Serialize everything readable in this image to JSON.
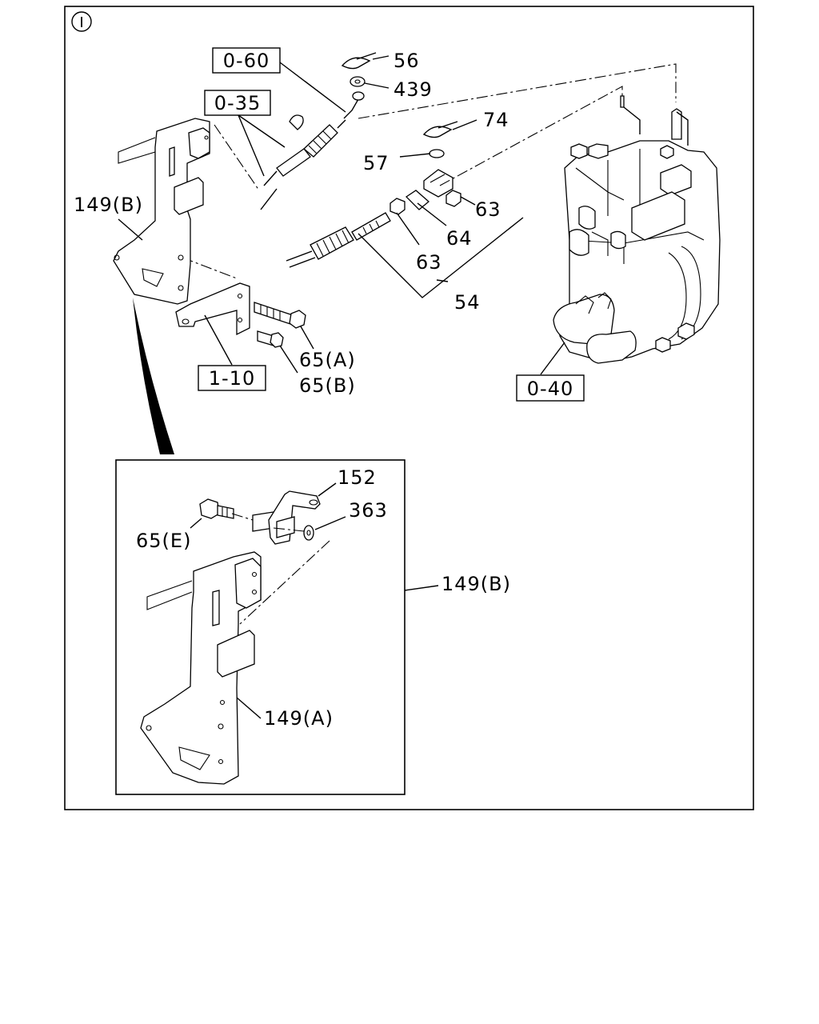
{
  "diagram": {
    "view_marker": "I",
    "ref_boxes": {
      "r060": "0-60",
      "r035": "0-35",
      "r110": "1-10",
      "r040": "0-40"
    },
    "labels": {
      "l56": "56",
      "l439": "439",
      "l74": "74",
      "l57": "57",
      "l63a": "63",
      "l64": "64",
      "l63b": "63",
      "l54": "54",
      "l149b_top": "149(B)",
      "l65a": "65(A)",
      "l65b": "65(B)",
      "l152": "152",
      "l363": "363",
      "l65e": "65(E)",
      "l149b_inset": "149(B)",
      "l149a": "149(A)"
    }
  }
}
